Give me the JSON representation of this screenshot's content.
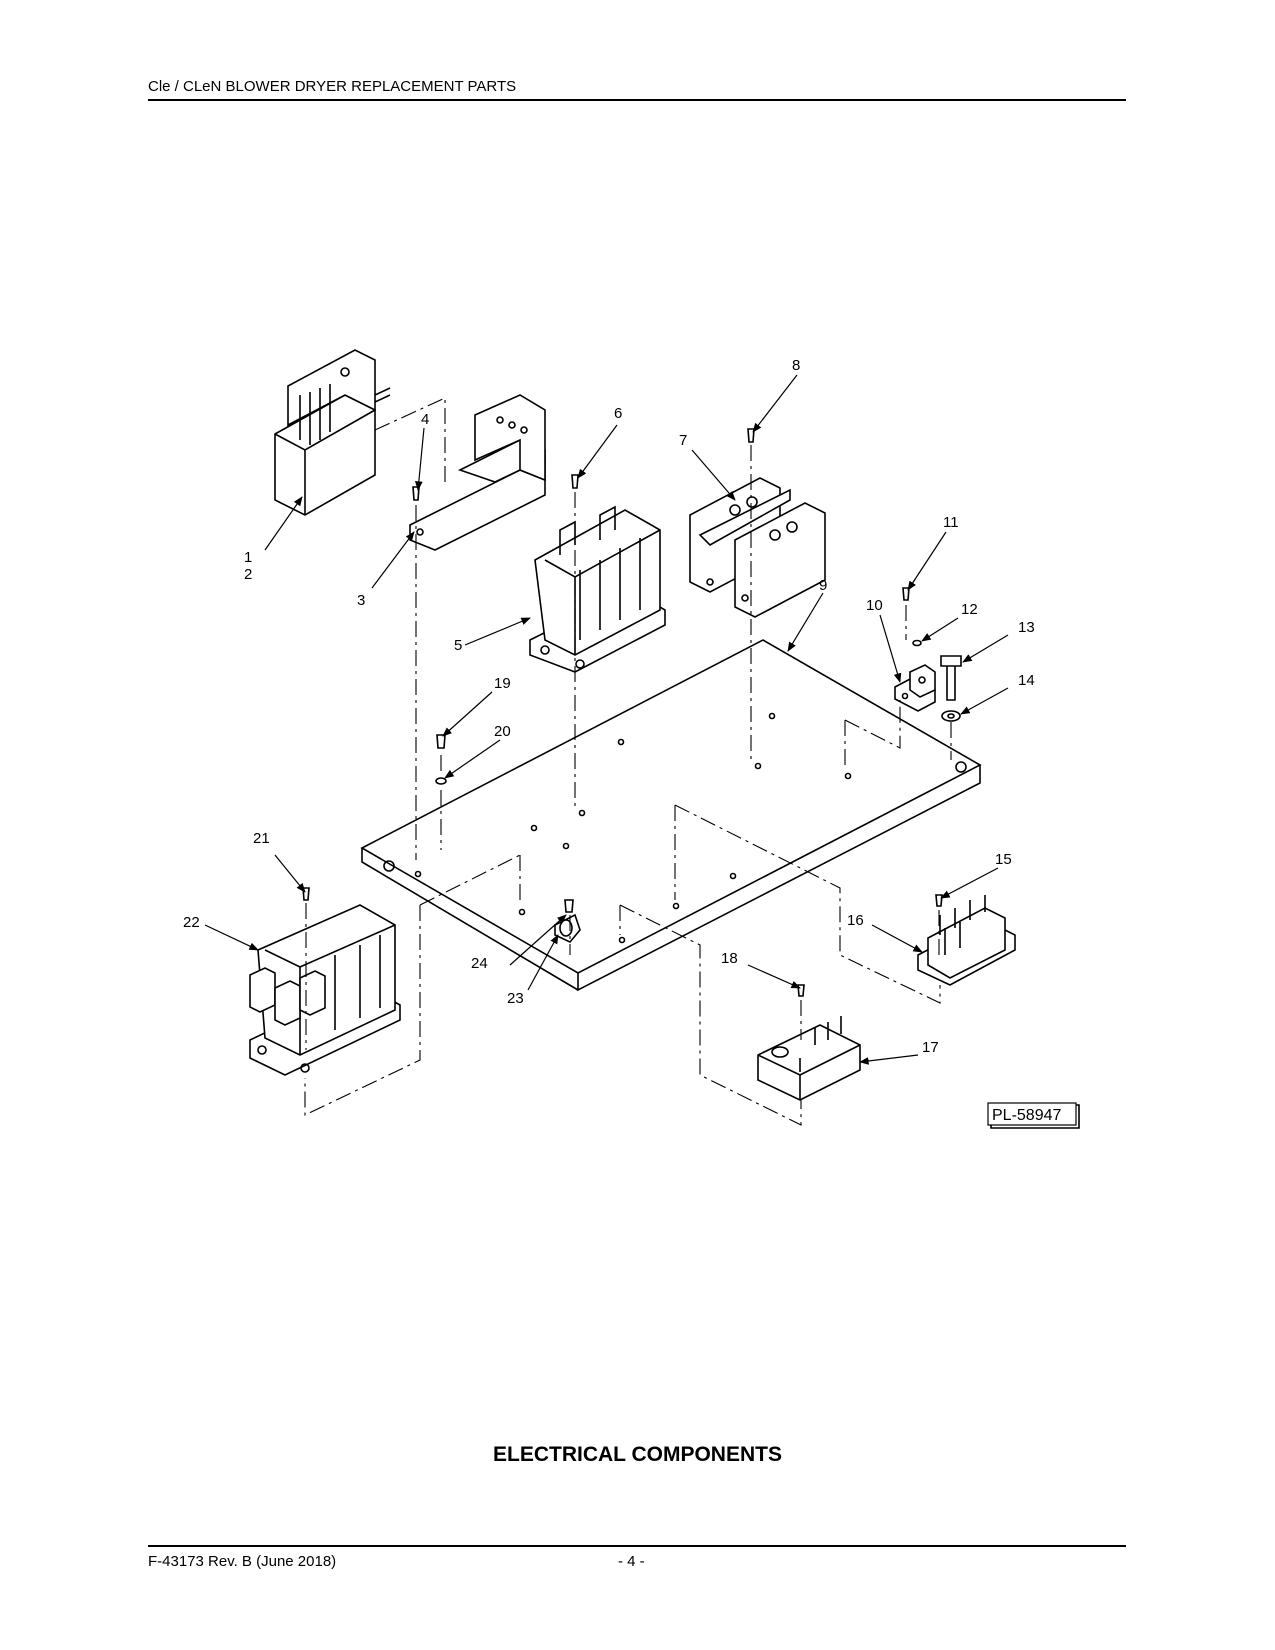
{
  "header": {
    "title": "Cle / CLeN BLOWER DRYER REPLACEMENT PARTS"
  },
  "diagram": {
    "plate_id": "PL-58947",
    "callouts": [
      "1",
      "2",
      "3",
      "4",
      "5",
      "6",
      "7",
      "8",
      "9",
      "10",
      "11",
      "12",
      "13",
      "14",
      "15",
      "16",
      "17",
      "18",
      "19",
      "20",
      "21",
      "22",
      "23",
      "24"
    ]
  },
  "section": {
    "title": "ELECTRICAL COMPONENTS"
  },
  "footer": {
    "doc_number": "F-43173 Rev. B (June 2018)",
    "page": "- 4 -"
  }
}
